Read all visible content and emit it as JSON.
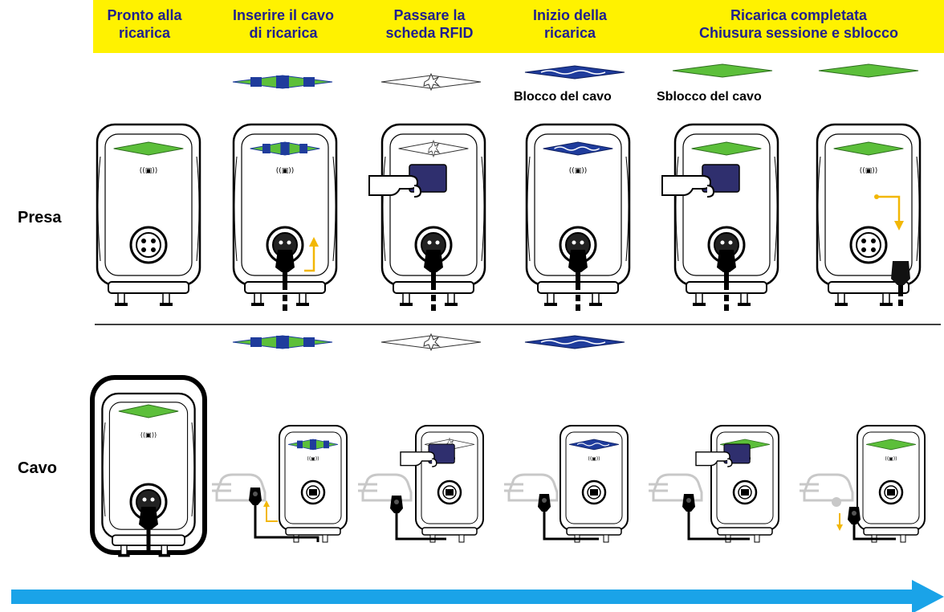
{
  "colors": {
    "header_bg": "#fff200",
    "header_text": "#1f1f8f",
    "led_green": "#5cbf3a",
    "led_blue": "#1f3c9c",
    "arrow_yellow": "#f2b705",
    "timeline_arrow": "#1aa3e8",
    "car_gray": "#c8c8c8"
  },
  "header": {
    "steps": [
      "Pronto alla\nricarica",
      "Inserire il cavo\ndi ricarica",
      "Passare la\nscheda RFID",
      "Inizio della\nricarica",
      "Ricarica completata\nChiusura sessione e sblocco"
    ]
  },
  "captions": {
    "lock": "Blocco del cavo",
    "unlock": "Sblocco del cavo"
  },
  "rows": {
    "socket": "Presa",
    "cable": "Cavo"
  },
  "icons": {
    "rfid": "rfid-card-icon",
    "hand": "hand-icon",
    "car": "car-icon",
    "plug": "plug-icon",
    "led": "led-indicator-icon",
    "arrow": "timeline-arrow-icon"
  }
}
